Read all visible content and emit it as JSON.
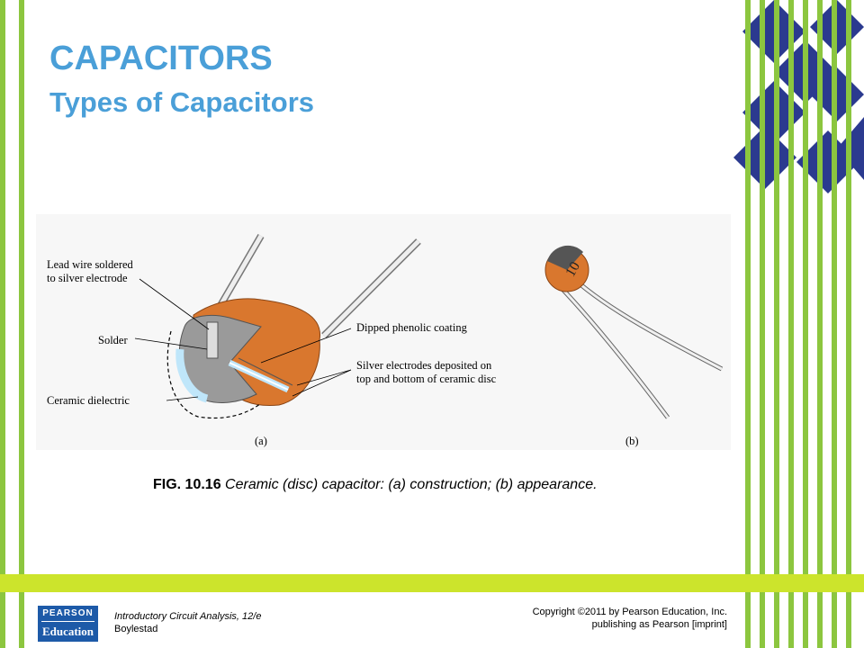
{
  "slide": {
    "title": "CAPACITORS",
    "subtitle": "Types of Capacitors"
  },
  "figure": {
    "labels": {
      "lead_wire": [
        "Lead wire soldered",
        "to silver electrode"
      ],
      "solder": "Solder",
      "ceramic": "Ceramic dielectric",
      "coating": "Dipped phenolic coating",
      "electrodes": [
        "Silver electrodes deposited on",
        "top and bottom of ceramic disc"
      ],
      "part_a": "(a)",
      "part_b": "(b)",
      "disc_marking": "10"
    },
    "caption_prefix": "FIG. 10.16",
    "caption_text": " Ceramic (disc) capacitor: (a) construction; (b) appearance."
  },
  "footer": {
    "book_title": "Introductory Circuit Analysis, 12/e",
    "author": "Boylestad",
    "copyright_line1": "Copyright ©2011 by Pearson Education, Inc.",
    "copyright_line2": "publishing as Pearson [imprint]",
    "logo_top": "PEARSON",
    "logo_bottom": "Education"
  },
  "colors": {
    "title": "#4a9fd8",
    "green": "#8cc63f",
    "navy": "#2b3a8f",
    "yellow_bar": "#cce42c",
    "capacitor_orange": "#d9772e"
  }
}
